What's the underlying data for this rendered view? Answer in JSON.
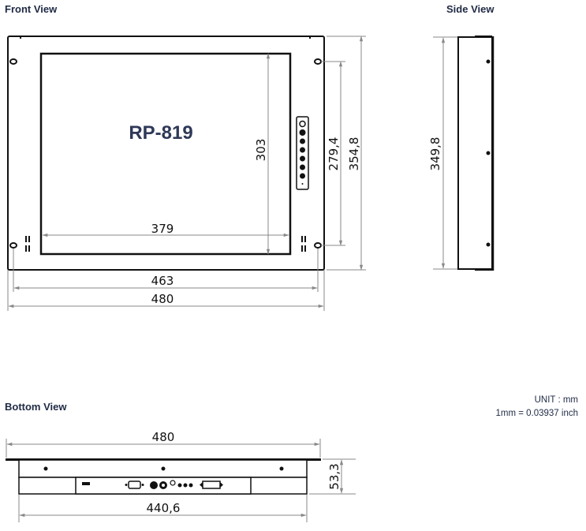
{
  "front_view": {
    "title": "Front View",
    "model_label": "RP-819",
    "dimensions": {
      "screen_height": "303",
      "hole_spacing_vertical": "279,4",
      "overall_height": "354,8",
      "screen_width": "379",
      "hole_spacing_horizontal": "463",
      "overall_width": "480"
    },
    "control_buttons_count": 7
  },
  "side_view": {
    "title": "Side View",
    "dimensions": {
      "height": "349,8"
    }
  },
  "bottom_view": {
    "title": "Bottom View",
    "dimensions": {
      "overall_width": "480",
      "body_width": "440,6",
      "depth": "53,3"
    },
    "connectors": [
      "power-switch",
      "vga-port",
      "dc-jack",
      "audio-jack",
      "small-jack",
      "led-1",
      "led-2",
      "led-3",
      "dvi-port"
    ]
  },
  "units": {
    "unit_label": "UNIT : mm",
    "conversion": "1mm = 0.03937 inch"
  },
  "colors": {
    "title_color": "#1f2a44",
    "model_color": "#2e3858",
    "dimension_line": "#888888",
    "outline": "#111111"
  }
}
